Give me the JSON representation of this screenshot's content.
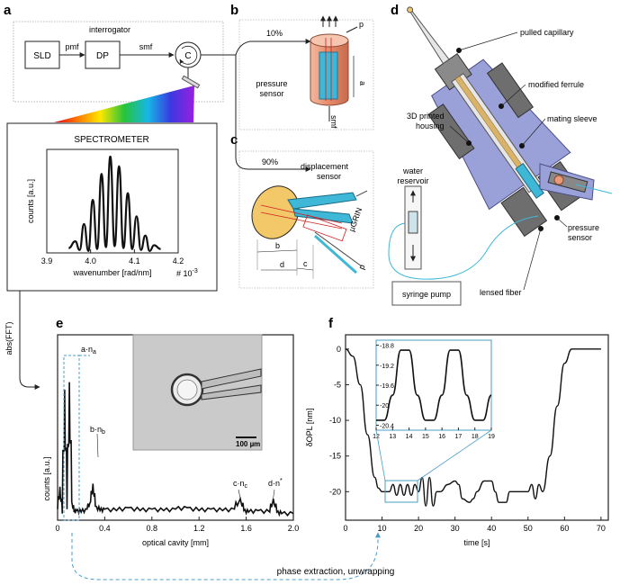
{
  "panels": {
    "a": {
      "label": "a",
      "interrogator": "interrogator",
      "sld": "SLD",
      "dp": "DP",
      "circulator": "C",
      "pmf": "pmf",
      "smf": "smf",
      "spectrometer": "SPECTROMETER",
      "abs_fft": "abs(FFT)"
    },
    "b": {
      "label": "b",
      "split": "10%",
      "sensor_line1": "pressure",
      "sensor_line2": "sensor",
      "p": "p",
      "a": "a",
      "smf": "smf"
    },
    "c": {
      "label": "c",
      "split": "90%",
      "sensor_line1": "displacement",
      "sensor_line2": "sensor",
      "ugrin": "µGRIN",
      "b": "b",
      "c": "c",
      "d": "d",
      "p": "p"
    },
    "d": {
      "label": "d",
      "pulled_capillary": "pulled capillary",
      "modified_ferrule": "modified ferrule",
      "housing_line1": "3D printed",
      "housing_line2": "housing",
      "mating_sleeve": "mating sleeve",
      "water_line1": "water",
      "water_line2": "reservoir",
      "pressure_line1": "pressure",
      "pressure_line2": "sensor",
      "syringe_pump": "syringe pump",
      "lensed_fiber": "lensed fiber"
    },
    "e": {
      "label": "e",
      "peak_a": "a·n",
      "peak_a_sub": "a",
      "peak_b": "b·n",
      "peak_b_sub": "b",
      "peak_c": "c·n",
      "peak_c_sub": "c",
      "peak_d": "d·n",
      "peak_d_sup": "*",
      "scalebar": "100 µm"
    },
    "f": {
      "label": "f"
    }
  },
  "bottom_arrow": "phase extraction, unwrapping",
  "colors": {
    "housing": "#9aa0d8",
    "dark_cyl": "#6e6e6e",
    "cyan": "#3fb8d8",
    "copper": "#e89a7a",
    "yellow": "#f2c869",
    "dashed": "#4a9cc8"
  },
  "chart_data": [
    {
      "type": "line",
      "title": "SPECTROMETER",
      "xlabel": "wavenumber [rad/nm]",
      "ylabel": "counts [a.u.]",
      "x_multiplier": "# 10",
      "x_multiplier_exp": "-3",
      "xlim": [
        3.9,
        4.2
      ],
      "xticks": [
        "3.9",
        "4.0",
        "4.1",
        "4.2"
      ],
      "series": [
        {
          "x": [
            3.95,
            3.965,
            3.975,
            3.985,
            3.995,
            4.005,
            4.015,
            4.025,
            4.035,
            4.045,
            4.055,
            4.065,
            4.075,
            4.085,
            4.095,
            4.105,
            4.115,
            4.125,
            4.135,
            4.145,
            4.16
          ],
          "y": [
            0.05,
            0.12,
            0.03,
            0.3,
            0.02,
            0.55,
            0.04,
            0.82,
            0.06,
            1.0,
            0.07,
            0.9,
            0.05,
            0.62,
            0.04,
            0.38,
            0.03,
            0.18,
            0.02,
            0.08,
            0.04
          ]
        }
      ]
    },
    {
      "type": "line",
      "xlabel": "optical cavity [mm]",
      "ylabel": "counts [a.u.]",
      "xlim": [
        0,
        2.0
      ],
      "xticks": [
        "0",
        "0.4",
        "0.8",
        "1.2",
        "1.6",
        "2.0"
      ],
      "series": [
        {
          "x": [
            0.0,
            0.02,
            0.04,
            0.06,
            0.08,
            0.1,
            0.12,
            0.14,
            0.16,
            0.2,
            0.25,
            0.28,
            0.3,
            0.32,
            0.36,
            0.4,
            0.5,
            0.6,
            0.7,
            0.8,
            0.9,
            1.0,
            1.1,
            1.2,
            1.3,
            1.4,
            1.5,
            1.55,
            1.58,
            1.62,
            1.7,
            1.8,
            1.83,
            1.86,
            1.9,
            2.0
          ],
          "y": [
            0.05,
            0.2,
            0.02,
            0.85,
            0.05,
            0.9,
            0.1,
            0.03,
            0.04,
            0.03,
            0.05,
            0.1,
            0.22,
            0.07,
            0.04,
            0.05,
            0.04,
            0.06,
            0.04,
            0.05,
            0.04,
            0.05,
            0.06,
            0.04,
            0.05,
            0.04,
            0.05,
            0.12,
            0.04,
            0.03,
            0.04,
            0.03,
            0.12,
            0.03,
            0.02,
            0.02
          ]
        }
      ]
    },
    {
      "type": "line",
      "xlabel": "time [s]",
      "ylabel": "δOPL [nm]",
      "xlim": [
        0,
        72
      ],
      "ylim": [
        -24,
        2
      ],
      "xticks": [
        "0",
        "10",
        "20",
        "30",
        "40",
        "50",
        "60",
        "70"
      ],
      "yticks": [
        "0",
        "-5",
        "-10",
        "-15",
        "-20"
      ],
      "series": [
        {
          "x": [
            0,
            2,
            4,
            6,
            8,
            9,
            10,
            12,
            13,
            14,
            15,
            16,
            17,
            18,
            19,
            20,
            21,
            22,
            23,
            24,
            25,
            26,
            28,
            30,
            31,
            32,
            34,
            35,
            36,
            38,
            40,
            41,
            42,
            44,
            45,
            46,
            48,
            50,
            51,
            52,
            53,
            54,
            56,
            58,
            60,
            62,
            65,
            70
          ],
          "y": [
            0,
            -1,
            -5,
            -12,
            -18,
            -19.5,
            -20,
            -20,
            -19,
            -20.5,
            -19,
            -20.5,
            -19,
            -20.5,
            -19,
            -20,
            -18,
            -22,
            -18,
            -22,
            -20,
            -20,
            -19,
            -18.5,
            -19,
            -21,
            -21.5,
            -21,
            -20,
            -18.5,
            -18.5,
            -20,
            -21.5,
            -21.5,
            -20,
            -20,
            -20,
            -20,
            -19,
            -21,
            -19,
            -20,
            -15,
            -8,
            -2,
            0,
            0,
            0
          ]
        }
      ],
      "inset": {
        "xlim": [
          12,
          19
        ],
        "ylim": [
          -20.5,
          -18.7
        ],
        "xticks": [
          "12",
          "13",
          "14",
          "15",
          "16",
          "17",
          "18",
          "19"
        ],
        "yticks": [
          "-18.8",
          "-19.2",
          "-19.6",
          "-20",
          "-20.4"
        ],
        "x": [
          12.0,
          12.5,
          13.0,
          13.5,
          14.0,
          14.5,
          15.0,
          15.5,
          16.0,
          16.5,
          17.0,
          17.5,
          18.0,
          18.5,
          19.0
        ],
        "y": [
          -20.3,
          -20.3,
          -19.8,
          -18.9,
          -18.9,
          -19.8,
          -20.3,
          -20.3,
          -19.8,
          -18.9,
          -18.9,
          -19.8,
          -20.3,
          -20.3,
          -19.8
        ]
      }
    }
  ]
}
